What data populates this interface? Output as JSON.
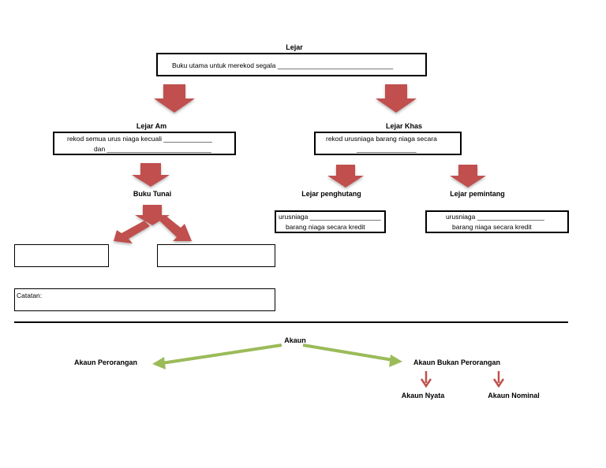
{
  "lejar": {
    "title": "Lejar",
    "desc": "Buku utama untuk merekod segala _______________________________"
  },
  "lejar_am": {
    "title": "Lejar Am",
    "line1": "rekod semua urus niaga kecuali _____________",
    "line2": "dan ____________________________"
  },
  "lejar_khas": {
    "title": "Lejar Khas",
    "line1": "rekod urusniaga barang niaga secara",
    "line2": "________________"
  },
  "buku_tunai": {
    "title": "Buku Tunai"
  },
  "lejar_penghutang": {
    "title": "Lejar penghutang",
    "line1": "urusniaga ___________________",
    "line2": "barang niaga secara kredit"
  },
  "lejar_pemintang": {
    "title": "Lejar pemintang",
    "line1": "urusniaga __________________",
    "line2": "barang niaga secara kredit"
  },
  "catatan": {
    "label": "Catatan:"
  },
  "akaun": {
    "title": "Akaun",
    "perorangan": "Akaun Perorangan",
    "bukan_perorangan": "Akaun Bukan Perorangan",
    "nyata": "Akaun Nyata",
    "nominal": "Akaun Nominal"
  },
  "colors": {
    "red_arrow": "#c0504d",
    "green_arrow": "#9bbb59"
  }
}
